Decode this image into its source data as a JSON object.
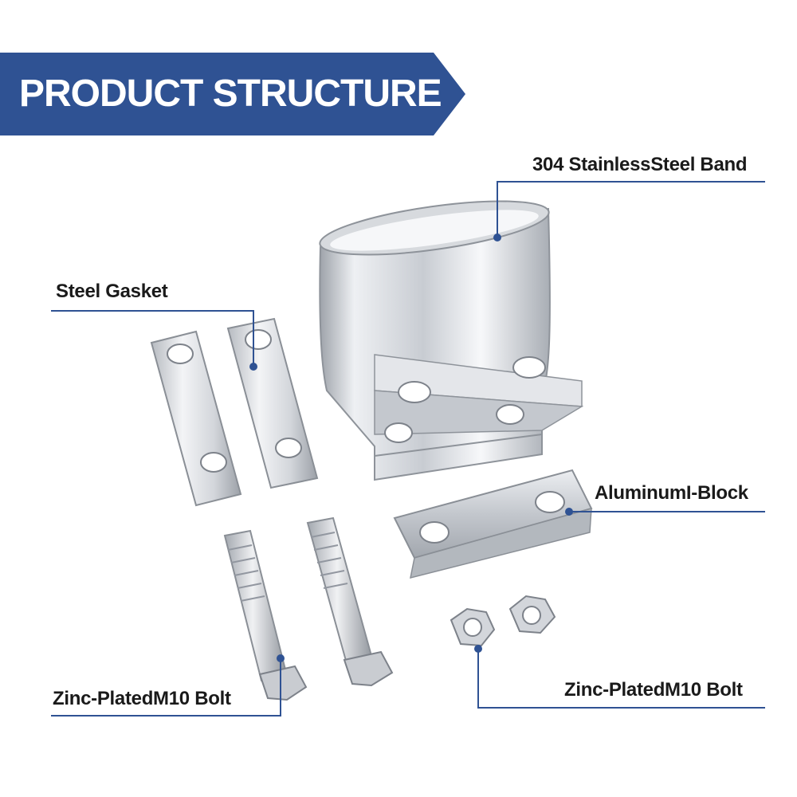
{
  "banner": {
    "title": "PRODUCT STRUCTURE",
    "color": "#2f5293"
  },
  "labels": {
    "band": "304 StainlessSteel Band",
    "gasket": "Steel Gasket",
    "iblock": "AluminumI-Block",
    "bolt": "Zinc-PlatedM10 Bolt",
    "nut": "Zinc-PlatedM10 Bolt"
  },
  "colors": {
    "leader": "#2f5293",
    "metal_light": "#f4f5f7",
    "metal_dark": "#8c9096"
  }
}
